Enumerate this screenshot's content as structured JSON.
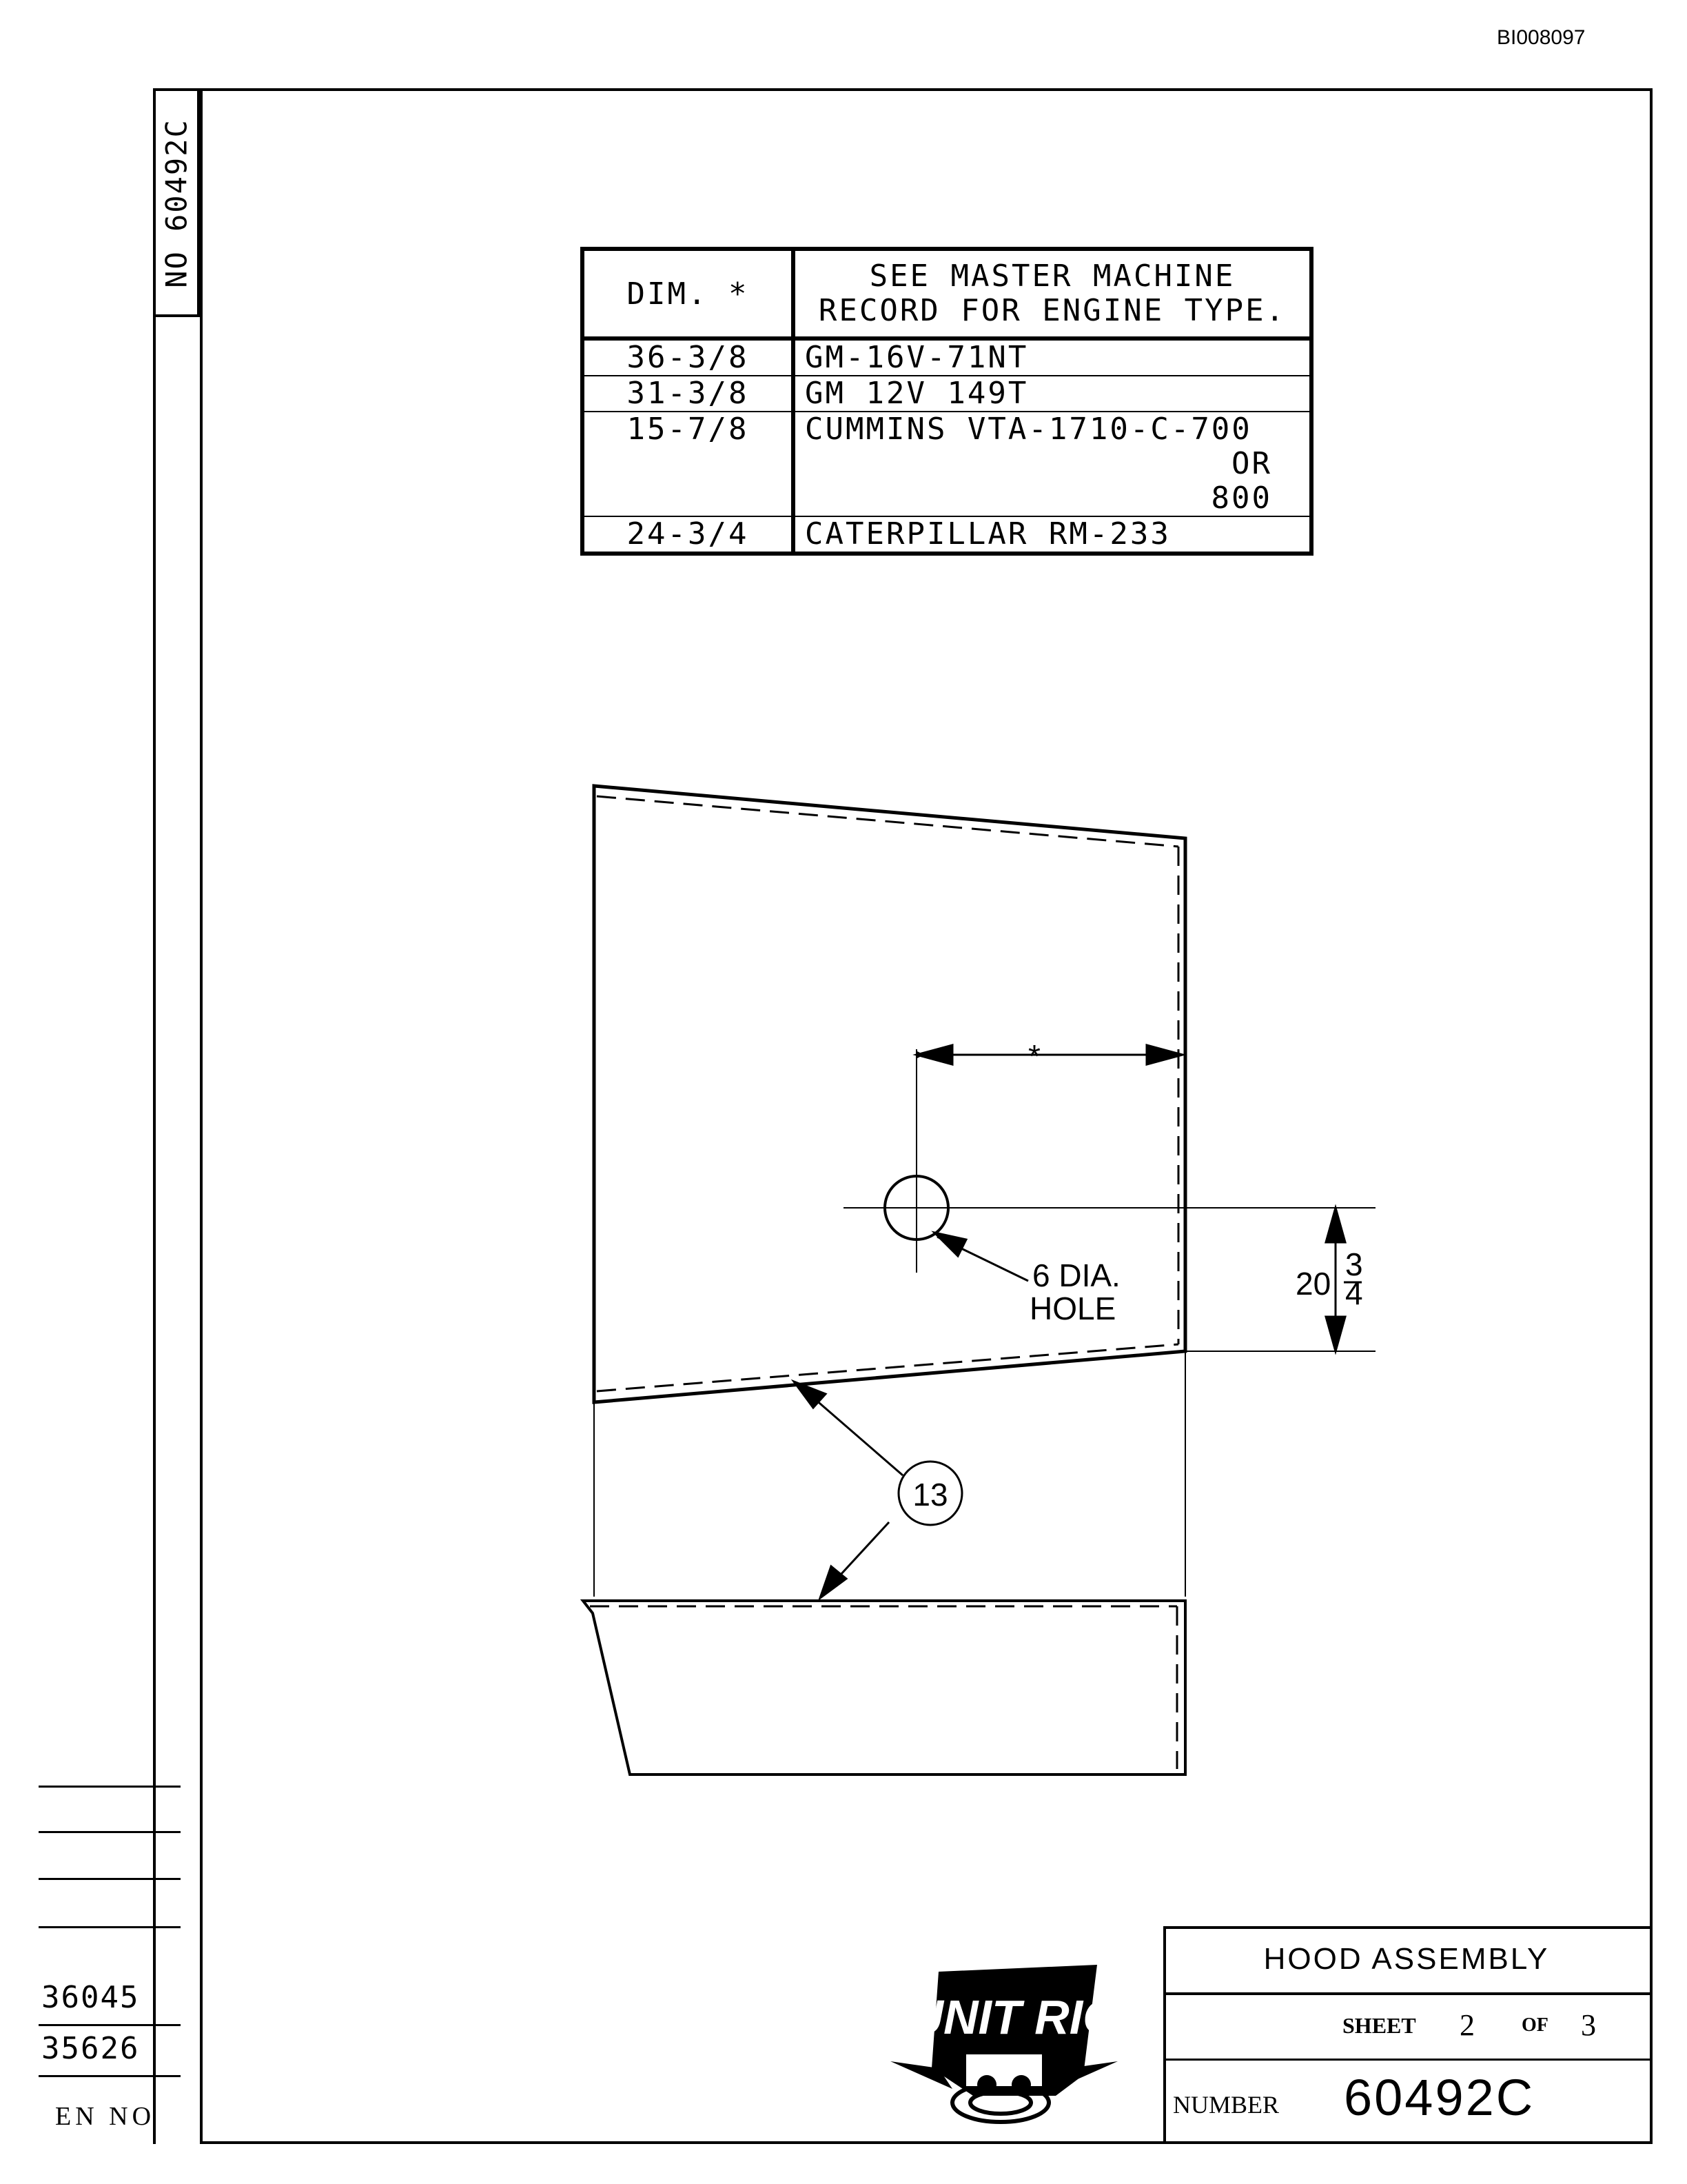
{
  "document_id": "BI008097",
  "drawing_number_vertical": "NO 60492C",
  "dimension_table": {
    "header": {
      "dim": "DIM. *",
      "engine_note_line1": "SEE MASTER MACHINE",
      "engine_note_line2": "RECORD FOR ENGINE TYPE."
    },
    "rows": [
      {
        "dim": "36-3/8",
        "engine": "GM-16V-71NT"
      },
      {
        "dim": "31-3/8",
        "engine": "GM 12V 149T"
      },
      {
        "dim": "15-7/8",
        "engine": "CUMMINS VTA-1710-C-700",
        "engine_line2": "OR",
        "engine_line3": "800"
      },
      {
        "dim": "24-3/4",
        "engine": "CATERPILLAR RM-233"
      }
    ]
  },
  "drawing": {
    "offset_dim_symbol": "*",
    "hole_label_line1": "6 DIA.",
    "hole_label_line2": "HOLE",
    "vertical_dim_whole": "20",
    "vertical_dim_num": "3",
    "vertical_dim_den": "4",
    "balloon": "13"
  },
  "revisions": {
    "rows": [
      "36045",
      "35626"
    ],
    "en_no_label": "EN NO"
  },
  "logo": {
    "text": "UNIT RIG"
  },
  "title_block": {
    "title": "HOOD ASSEMBLY",
    "sheet_label": "SHEET",
    "sheet": "2",
    "of_label": "OF",
    "total": "3",
    "number_label": "NUMBER",
    "number": "60492C"
  }
}
